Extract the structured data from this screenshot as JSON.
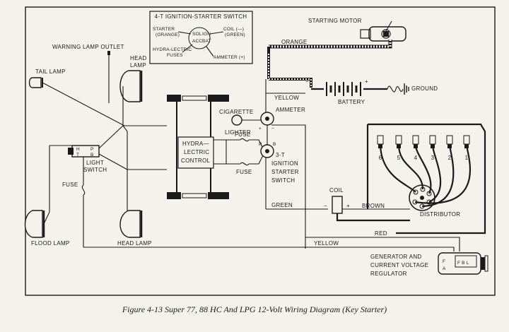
{
  "labels": {
    "switch_title": "4-T IGNITION-STARTER SWITCH",
    "starter_orange": "STARTER",
    "starter_orange_sub": "(ORANGE)",
    "sol": "SOL",
    "ign": "IGN",
    "acc": "ACC",
    "bat": "BAT",
    "coil_green": "COIL (—)",
    "coil_green_sub": "(GREEN)",
    "hydra_fuses": "HYDRA-LECTRIC",
    "hydra_fuses_sub": "FUSES",
    "ammeter_plus": "AMMETER (+)",
    "starting_motor": "STARTING MOTOR",
    "orange": "ORANGE",
    "warning_lamp_outlet": "WARNING LAMP OUTLET",
    "head_lamp_top": "HEAD",
    "head_lamp_top_sub": "LAMP",
    "tail_lamp": "TAIL LAMP",
    "yellow_top": "YELLOW",
    "battery": "BATTERY",
    "ground": "GROUND",
    "minus": "−",
    "plus": "+",
    "cigarette": "CIGARETTE",
    "lighter": "LIGHTER",
    "ammeter": "AMMETER",
    "fuse1": "FUSE",
    "fuse2": "FUSE",
    "hydra_control_1": "HYDRA—",
    "hydra_control_2": "LECTRIC",
    "hydra_control_3": "CONTROL",
    "switch_3t_1": "3-T",
    "switch_3t_2": "IGNITION",
    "switch_3t_3": "STARTER",
    "switch_3t_4": "SWITCH",
    "light_switch_1": "LIGHT",
    "light_switch_2": "SWITCH",
    "ls_h": "H",
    "ls_t": "T",
    "ls_p": "P",
    "ls_b": "B",
    "fuse3": "FUSE",
    "coil": "COIL",
    "green": "GREEN",
    "brown": "BROWN",
    "distributor": "DISTRIBUTOR",
    "red": "RED",
    "yellow_bottom": "YELLOW",
    "flood_lamp": "FLOOD LAMP",
    "head_lamp_bottom": "HEAD LAMP",
    "generator_1": "GENERATOR AND",
    "generator_2": "CURRENT VOLTAGE",
    "generator_3": "REGULATOR",
    "fbl": "F B L",
    "f_a": "F",
    "a_a": "A",
    "plugs": [
      "6",
      "5",
      "4",
      "3",
      "2",
      "1"
    ],
    "caption": "Figure 4-13 Super 77, 88 HC And LPG 12-Volt Wiring Diagram (Key Starter)"
  }
}
